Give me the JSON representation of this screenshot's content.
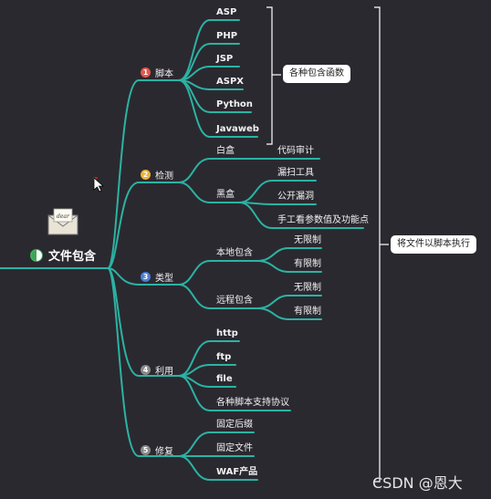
{
  "root": {
    "label": "文件包含",
    "icon": "half-circle-icon",
    "accent": "#3aa655"
  },
  "branches": [
    {
      "num": "1",
      "label": "脚本",
      "color": "#e0594b",
      "children": [
        "ASP",
        "PHP",
        "JSP",
        "ASPX",
        "Python",
        "Javaweb"
      ],
      "note": "各种包含函数"
    },
    {
      "num": "2",
      "label": "检测",
      "color": "#e8b23a",
      "children": [
        {
          "label": "白盒",
          "children": [
            "代码审计"
          ]
        },
        {
          "label": "黑盒",
          "children": [
            "漏扫工具",
            "公开漏洞",
            "手工看参数值及功能点"
          ]
        }
      ]
    },
    {
      "num": "3",
      "label": "类型",
      "color": "#4a7fd6",
      "children": [
        {
          "label": "本地包含",
          "children": [
            "无限制",
            "有限制"
          ]
        },
        {
          "label": "远程包含",
          "children": [
            "无限制",
            "有限制"
          ]
        }
      ]
    },
    {
      "num": "4",
      "label": "利用",
      "color": "#8a8a8a",
      "children": [
        "http",
        "ftp",
        "file",
        "各种脚本支持协议"
      ]
    },
    {
      "num": "5",
      "label": "修复",
      "color": "#8a8a8a",
      "children": [
        "固定后缀",
        "固定文件",
        "WAF产品"
      ]
    }
  ],
  "summary_note": "将文件以脚本执行",
  "watermark": "CSDN @恩大",
  "envelope_text": "dear",
  "line_color": "#2bb3a3"
}
